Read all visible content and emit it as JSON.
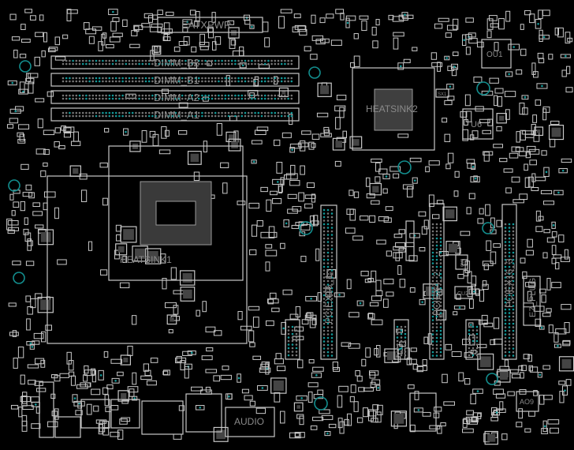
{
  "board": {
    "colors": {
      "background": "#000000",
      "outline": "#c8c8c8",
      "pad_teal": "#139a9a",
      "label": "#6e6e6e"
    },
    "labels": {
      "eatxpwr": "EATXPWR",
      "dimm_b2": "DIMM_B2",
      "dimm_b1": "DIMM_B1",
      "dimm_a2": "DIMM_A2",
      "dimm_a1": "DIMM_A1",
      "heatsink1": "HEATSINK1",
      "heatsink2": "HEATSINK2",
      "ou1": "OU1",
      "u6": "U6",
      "pciex16_1": "PCIEX16_1",
      "pciex4_2": "PCIEX4_2",
      "pciex16_3": "PCIEX16_3",
      "cu2": "CU2",
      "qu2": "QU2",
      "ez_plug": "EZ_PLUG",
      "audio": "AUDIO",
      "ao9": "AO9",
      "sx1": "SX1"
    }
  }
}
